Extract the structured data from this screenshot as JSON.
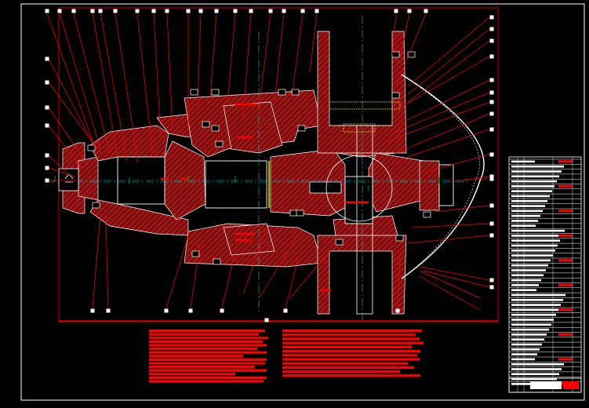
{
  "drawing": {
    "background": "#000000",
    "colors": {
      "frame": "#ffffff",
      "leader": "#ff0000",
      "hatch": "#cc1f1f",
      "section_fill": "#7a0f0f",
      "outline": "#ffffff",
      "centerline": "#00c8c8",
      "gear_mark": "#ff0000",
      "note_block": "#ff0000",
      "bolt": "#e6e600",
      "dim_green": "#00b000"
    },
    "top_balloons": 21,
    "left_balloons": 7,
    "right_balloons": 16,
    "bottom_balloons": 7
  }
}
